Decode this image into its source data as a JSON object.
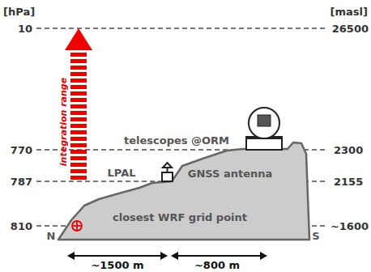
{
  "diagram": {
    "labels": [
      "[hPa]",
      "[masl]",
      "10",
      "26500",
      "integration range",
      "770",
      "telescopes @ORM",
      "2300",
      "787",
      "LPAL",
      "GNSS antenna",
      "2155",
      "810",
      "closest WRF grid point",
      "~1600",
      "N",
      "S",
      "~1500 m",
      "~800 m"
    ]
  }
}
